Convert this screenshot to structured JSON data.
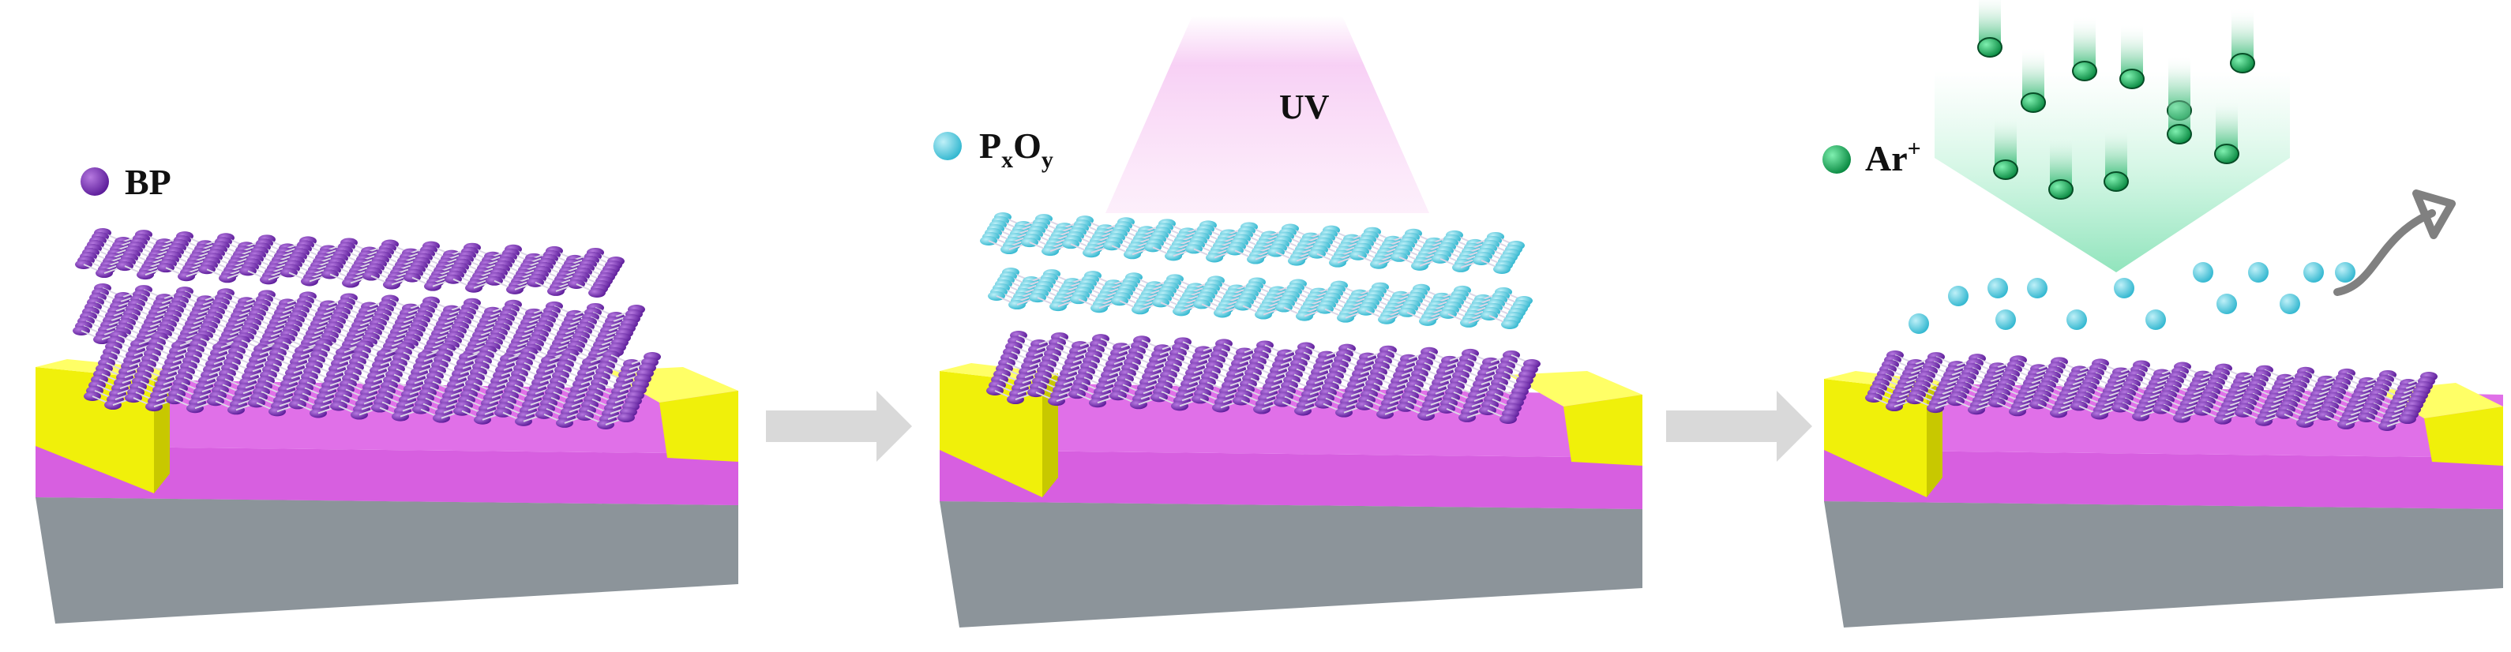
{
  "panels": [
    {
      "id": "pristine",
      "legend": {
        "symbol_color": "#7a2ba8",
        "label": "BP"
      },
      "layer_colors": [
        "#6a22b0",
        "#6a22b0",
        "#6a22b0"
      ]
    },
    {
      "id": "uv-oxidation",
      "legend": {
        "symbol_color": "#46c3d9",
        "label_main_1": "P",
        "label_sub_1": "x",
        "label_main_2": "O",
        "label_sub_2": "y"
      },
      "beam": {
        "label": "UV",
        "color": "#f4b6f0"
      },
      "layer_colors": [
        "#4fc8dc",
        "#4fc8dc",
        "#6a22b0"
      ]
    },
    {
      "id": "ar-plasma",
      "legend": {
        "symbol_color": "#0fa050",
        "label": "Ar",
        "label_sup": "+"
      },
      "beam": {
        "color": "#7fe0b0"
      },
      "layer_colors": [
        "#6a22b0"
      ]
    }
  ],
  "colors": {
    "electrode": "#f2f20a",
    "oxide_layer": "#d85ce0",
    "substrate": "#8c949a",
    "arrow": "#d6d6d6",
    "bp_atom": "#6a22b0",
    "oxide_atom": "#4fc8dc",
    "ar_ion": "#0fa050"
  },
  "process_arrows": 2
}
